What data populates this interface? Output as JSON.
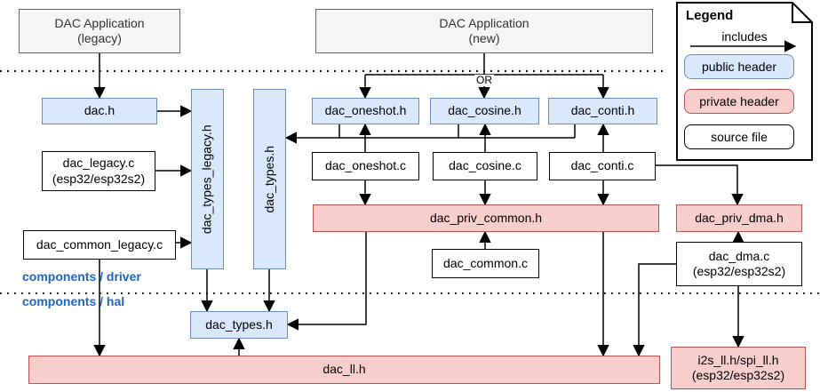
{
  "colors": {
    "public_header_fill": "#dae8fc",
    "public_header_stroke": "#6c8ebf",
    "private_header_fill": "#f8cecc",
    "private_header_stroke": "#b85450",
    "app_box_fill": "#f5f5f5",
    "app_box_stroke": "#666666",
    "layer_label_color": "#1a66cc",
    "connector_color": "#000000"
  },
  "apps": {
    "legacy_line1": "DAC Application",
    "legacy_line2": "(legacy)",
    "new_line1": "DAC Application",
    "new_line2": "(new)"
  },
  "or_label": "OR",
  "layer_labels": {
    "driver": "components / driver",
    "hal": "components / hal"
  },
  "nodes": {
    "dac_h": "dac.h",
    "dac_legacy_c_line1": "dac_legacy.c",
    "dac_legacy_c_line2": "(esp32/esp32s2)",
    "dac_common_legacy_c": "dac_common_legacy.c",
    "dac_types_legacy_h": "dac_types_legacy.h",
    "dac_types_h_driver": "dac_types.h",
    "dac_oneshot_h": "dac_oneshot.h",
    "dac_cosine_h": "dac_cosine.h",
    "dac_conti_h": "dac_conti.h",
    "dac_oneshot_c": "dac_oneshot.c",
    "dac_cosine_c": "dac_cosine.c",
    "dac_conti_c": "dac_conti.c",
    "dac_priv_common_h": "dac_priv_common.h",
    "dac_common_c": "dac_common.c",
    "dac_priv_dma_h": "dac_priv_dma.h",
    "dac_dma_c_line1": "dac_dma.c",
    "dac_dma_c_line2": "(esp32/esp32s2)",
    "dac_types_h_hal": "dac_types.h",
    "dac_ll_h": "dac_ll.h",
    "i2s_spi_ll_line1": "i2s_ll.h/spi_ll.h",
    "i2s_spi_ll_line2": "(esp32/esp32s2)"
  },
  "legend": {
    "title": "Legend",
    "includes": "includes",
    "public_header": "public header",
    "private_header": "private header",
    "source_file": "source file"
  }
}
